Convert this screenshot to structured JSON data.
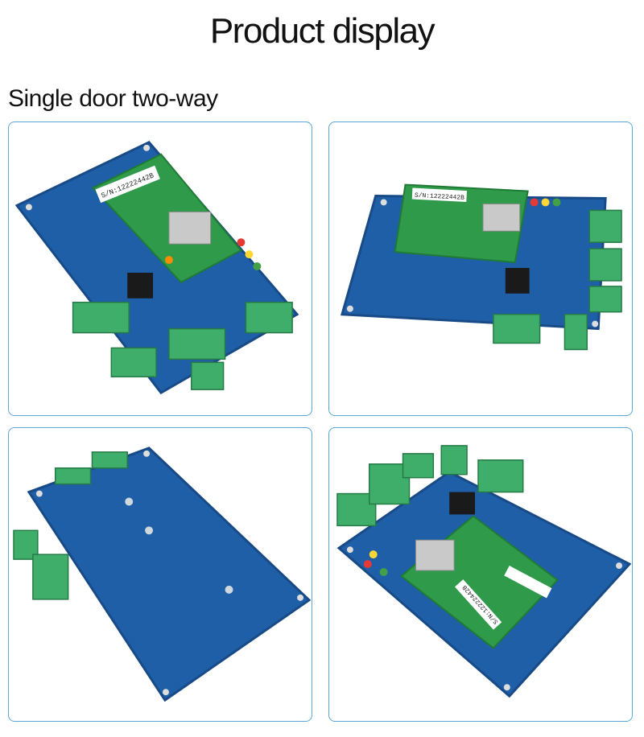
{
  "header": {
    "title": "Product display"
  },
  "section": {
    "title": "Single door two-way"
  },
  "board": {
    "serial_label": "S/N:12222442B",
    "colors": {
      "board": "#1f5fa8",
      "board_edge": "#174a86",
      "module": "#2e9a4a",
      "terminal": "#3fae6a",
      "ethernet": "#c9c9c9",
      "relay": "#1a1a1a"
    }
  },
  "gallery": [
    {
      "view": "front-angled"
    },
    {
      "view": "front-side"
    },
    {
      "view": "back"
    },
    {
      "view": "front-rotated"
    }
  ]
}
